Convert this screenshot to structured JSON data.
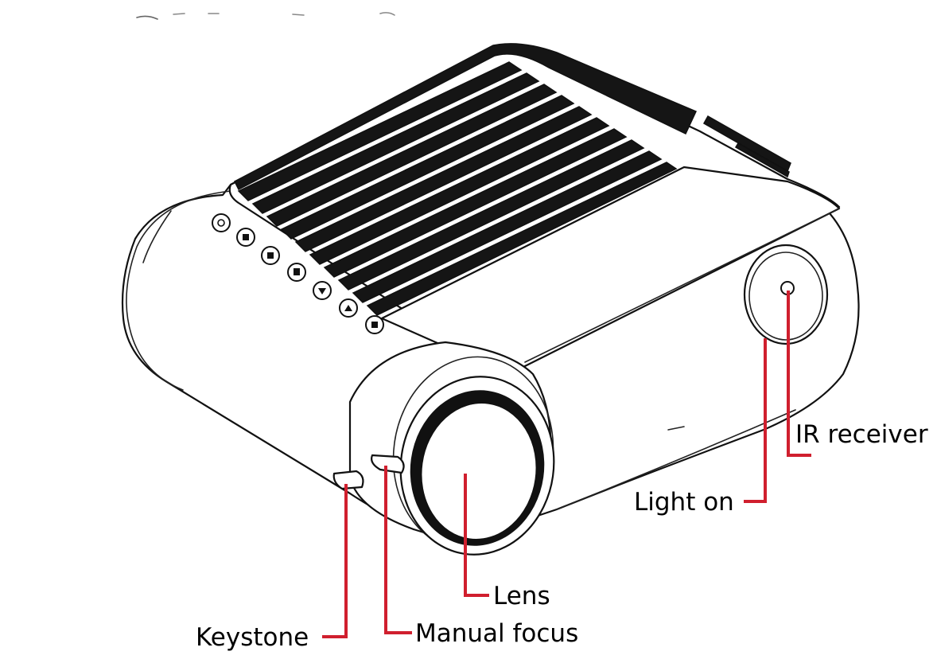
{
  "diagram": {
    "labels": {
      "ir_receiver": "IR receiver",
      "light_on": "Light on",
      "lens": "Lens",
      "keystone": "Keystone",
      "manual_focus": "Manual focus"
    },
    "colors": {
      "leader_line": "#d01f2e",
      "outline": "#111111",
      "background": "#ffffff"
    },
    "control_buttons": [
      "power-icon",
      "menu-icon",
      "source-icon",
      "ok-icon",
      "down-icon",
      "up-icon",
      "back-icon"
    ]
  }
}
